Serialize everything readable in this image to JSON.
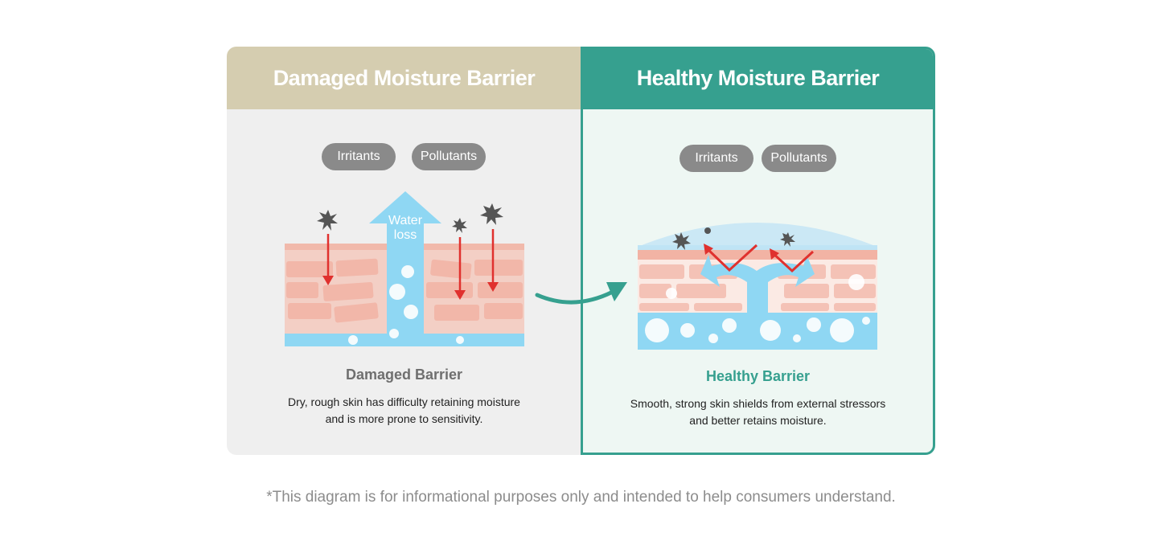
{
  "damaged": {
    "title": "Damaged Moisture Barrier",
    "pill_irritants": "Irritants",
    "pill_pollutants": "Pollutants",
    "water_label_1": "Water",
    "water_label_2": "loss",
    "subtitle": "Damaged Barrier",
    "desc_line1": "Dry, rough skin has difficulty retaining moisture",
    "desc_line2": "and is more prone to sensitivity.",
    "header_color": "#d5cdb0",
    "subtitle_color": "#6f6f6f"
  },
  "healthy": {
    "title": "Healthy Moisture Barrier",
    "pill_irritants": "Irritants",
    "pill_pollutants": "Pollutants",
    "subtitle": "Healthy Barrier",
    "desc_line1": "Smooth, strong skin shields from external stressors",
    "desc_line2": "and better retains moisture.",
    "header_color": "#36a08f",
    "subtitle_color": "#36a08f"
  },
  "footer": "*This diagram is for informational purposes only and intended to help consumers understand."
}
